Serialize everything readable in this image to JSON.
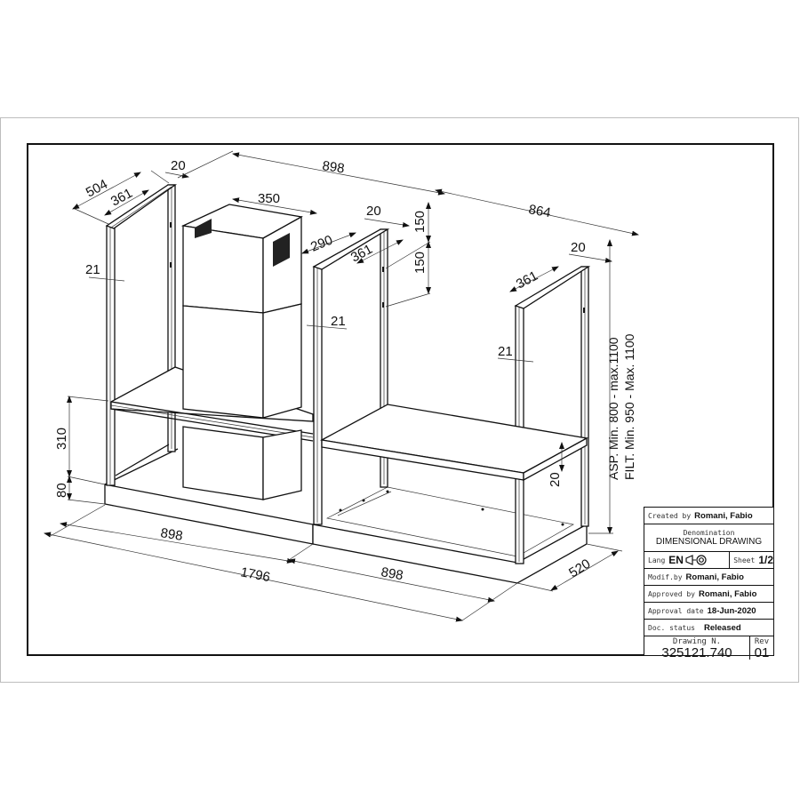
{
  "drawing": {
    "dimensions": {
      "top_left_depth_outer": "504",
      "top_left_depth_inner": "361",
      "top_left_frame_thickness": "20",
      "top_width_left_module": "898",
      "chimney_width": "350",
      "chimney_depth": "290",
      "mid_frame_thickness": "20",
      "mid_frame_depth": "361",
      "mid_hole_spacing_1": "150",
      "mid_hole_spacing_2": "150",
      "top_width_right_module": "864",
      "right_frame_thickness": "20",
      "right_frame_depth": "361",
      "left_post_width": "21",
      "chimney_gap_post_width": "21",
      "right_post_width": "21",
      "shelf_height": "310",
      "base_height": "80",
      "shelf_thickness": "20",
      "bottom_left_module_width": "898",
      "bottom_total_width": "1796",
      "bottom_right_module_width": "898",
      "overall_depth": "520"
    },
    "height_notes": {
      "asp": "ASP.  Min. 800 - max.1100",
      "filt": "FILT. Min. 950 - Max. 1100"
    }
  },
  "title_block": {
    "created_by_label": "Created by",
    "created_by": "Romani, Fabio",
    "denomination_label": "Denomination",
    "denomination": "DIMENSIONAL DRAWING",
    "lang_label": "Lang",
    "lang": "EN",
    "projection_icon": "first-angle-projection-icon",
    "sheet_label": "Sheet",
    "sheet": "1/2",
    "modif_by_label": "Modif.by",
    "modif_by": "Romani, Fabio",
    "approved_by_label": "Approved by",
    "approved_by": "Romani, Fabio",
    "approval_date_label": "Approval date",
    "approval_date": "18-Jun-2020",
    "doc_status_label": "Doc. status",
    "doc_status": "Released",
    "drawing_n_label": "Drawing N.",
    "drawing_n": "325121.740",
    "rev_label": "Rev",
    "rev": "01"
  },
  "colors": {
    "line": "#111111",
    "outer_border": "#bdbdbd",
    "background": "#ffffff"
  }
}
